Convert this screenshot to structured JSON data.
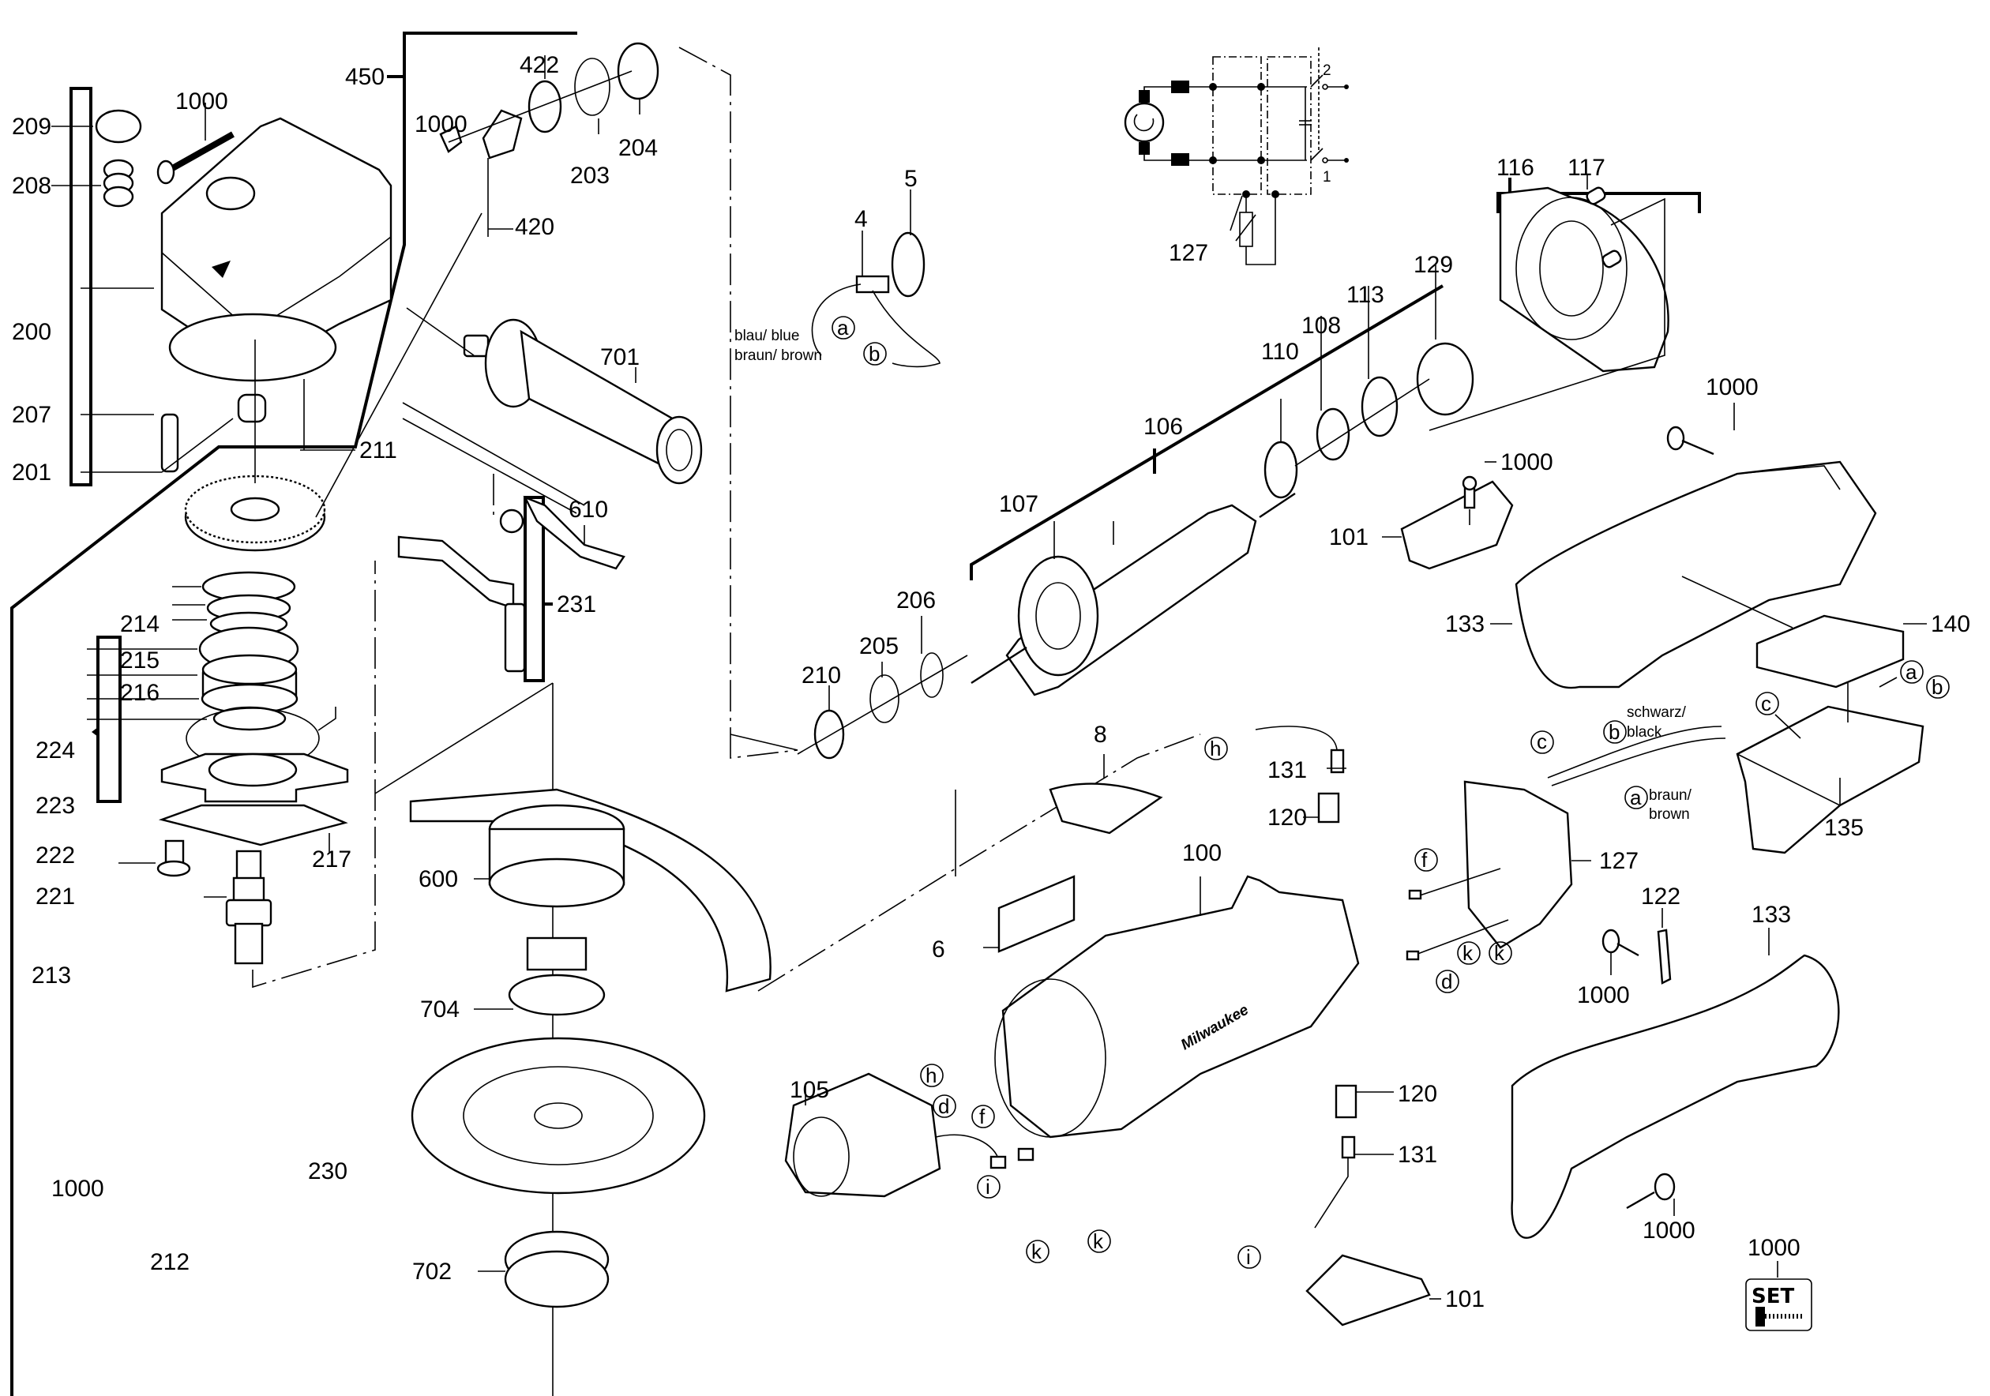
{
  "diagram": {
    "type": "exploded parts diagram",
    "subject": "angle grinder"
  },
  "labels": {
    "l209": "209",
    "l208": "208",
    "l200": "200",
    "l207": "207",
    "l201": "201",
    "l1000a": "1000",
    "l450": "450",
    "l422": "422",
    "l1000b": "1000",
    "l203": "203",
    "l204": "204",
    "l420": "420",
    "l701": "701",
    "l211": "211",
    "l610": "610",
    "l231": "231",
    "l214": "214",
    "l215": "215",
    "l216": "216",
    "l224": "224",
    "l223": "223",
    "l222": "222",
    "l221": "221",
    "l213": "213",
    "l217": "217",
    "l230": "230",
    "l1000c": "1000",
    "l212": "212",
    "l600": "600",
    "l704": "704",
    "l702": "702",
    "l4": "4",
    "l5": "5",
    "l127a": "127",
    "l116": "116",
    "l117": "117",
    "l129": "129",
    "l113": "113",
    "l108": "108",
    "l110": "110",
    "l106": "106",
    "l107": "107",
    "l206": "206",
    "l205": "205",
    "l210": "210",
    "l1000d": "1000",
    "l101a": "101",
    "l1000e": "1000",
    "l133a": "133",
    "l140": "140",
    "l8": "8",
    "l131a": "131",
    "l120a": "120",
    "l127b": "127",
    "l135": "135",
    "l100": "100",
    "l6": "6",
    "l1000f": "1000",
    "l122": "122",
    "l133b": "133",
    "l105": "105",
    "l120b": "120",
    "l131b": "131",
    "l101b": "101",
    "l1000g": "1000",
    "l1000set": "1000"
  },
  "wire_labels": {
    "blue": "blau/ blue",
    "brown": "braun/ brown",
    "black_1": "schwarz/",
    "black_2": "black",
    "brown2_1": "braun/",
    "brown2_2": "brown"
  },
  "connector_markers": {
    "a": "a",
    "b": "b",
    "c": "c",
    "d": "d",
    "f": "f",
    "h": "h",
    "i": "i",
    "k": "k"
  },
  "schematic": {
    "switch_terminal_1": "1",
    "switch_terminal_2": "2"
  },
  "set_badge": {
    "text": "SET",
    "icon": "screw-icon"
  },
  "brand_mark": "Milwaukee"
}
